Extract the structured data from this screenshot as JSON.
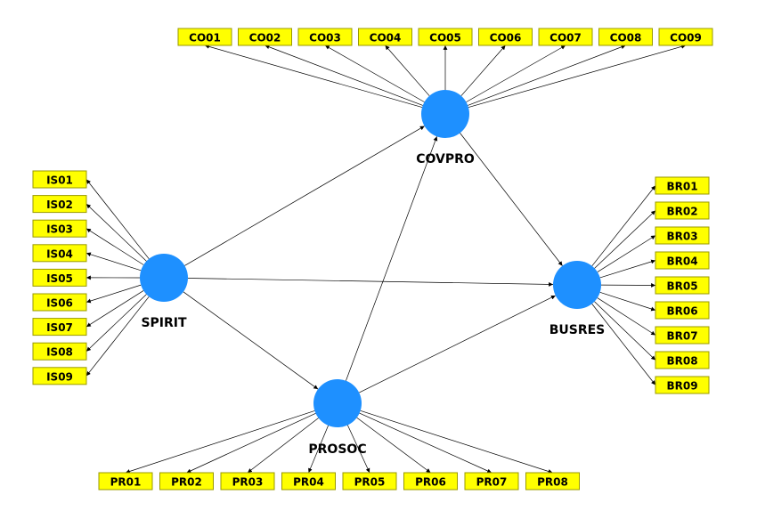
{
  "colors": {
    "construct_fill": "#1e90ff",
    "indicator_fill": "#ffff00",
    "line": "#000000"
  },
  "constructs": [
    {
      "id": "COVPRO",
      "label": "COVPRO"
    },
    {
      "id": "SPIRIT",
      "label": "SPIRIT"
    },
    {
      "id": "PROSOC",
      "label": "PROSOC"
    },
    {
      "id": "BUSRES",
      "label": "BUSRES"
    }
  ],
  "indicators": {
    "COVPRO": [
      "CO01",
      "CO02",
      "CO03",
      "CO04",
      "CO05",
      "CO06",
      "CO07",
      "CO08",
      "CO09"
    ],
    "SPIRIT": [
      "IS01",
      "IS02",
      "IS03",
      "IS04",
      "IS05",
      "IS06",
      "IS07",
      "IS08",
      "IS09"
    ],
    "BUSRES": [
      "BR01",
      "BR02",
      "BR03",
      "BR04",
      "BR05",
      "BR06",
      "BR07",
      "BR08",
      "BR09"
    ],
    "PROSOC": [
      "PR01",
      "PR02",
      "PR03",
      "PR04",
      "PR05",
      "PR06",
      "PR07",
      "PR08"
    ]
  },
  "structural_paths": [
    {
      "from": "SPIRIT",
      "to": "COVPRO"
    },
    {
      "from": "SPIRIT",
      "to": "BUSRES"
    },
    {
      "from": "SPIRIT",
      "to": "PROSOC"
    },
    {
      "from": "PROSOC",
      "to": "COVPRO"
    },
    {
      "from": "PROSOC",
      "to": "BUSRES"
    },
    {
      "from": "COVPRO",
      "to": "BUSRES"
    }
  ]
}
